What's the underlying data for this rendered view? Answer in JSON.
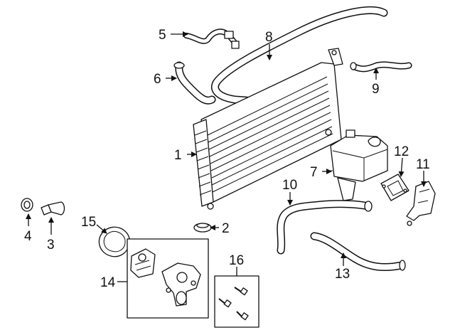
{
  "diagram": {
    "colors": {
      "ink": "#111111",
      "paper": "#ffffff"
    },
    "callouts": [
      {
        "id": "c1",
        "label": "1"
      },
      {
        "id": "c2",
        "label": "2"
      },
      {
        "id": "c3",
        "label": "3"
      },
      {
        "id": "c4",
        "label": "4"
      },
      {
        "id": "c5",
        "label": "5"
      },
      {
        "id": "c6",
        "label": "6"
      },
      {
        "id": "c7",
        "label": "7"
      },
      {
        "id": "c8",
        "label": "8"
      },
      {
        "id": "c9",
        "label": "9"
      },
      {
        "id": "c10",
        "label": "10"
      },
      {
        "id": "c11",
        "label": "11"
      },
      {
        "id": "c12",
        "label": "12"
      },
      {
        "id": "c13",
        "label": "13"
      },
      {
        "id": "c14",
        "label": "14"
      },
      {
        "id": "c15",
        "label": "15"
      },
      {
        "id": "c16",
        "label": "16"
      }
    ]
  }
}
